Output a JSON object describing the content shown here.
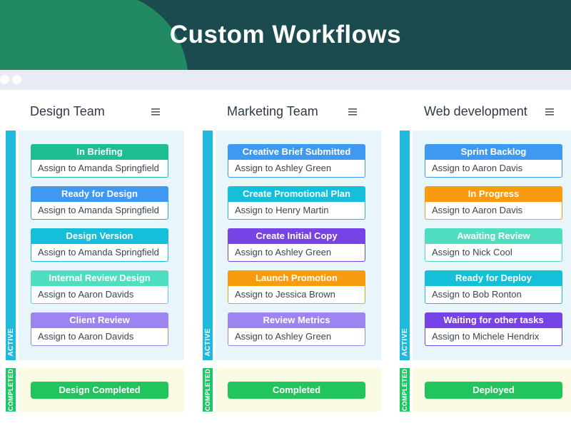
{
  "header": {
    "title": "Custom Workflows",
    "bg_color": "#1B4B4E",
    "accent_shape_color": "#218A62"
  },
  "browser_bar": {
    "bg_color": "#E8EBF3",
    "dot_color": "#FDFDFE"
  },
  "board": {
    "active_label": "ACTIVE",
    "completed_label": "COMPLETED",
    "active_bar_color": "#1FB9DB",
    "completed_bar_color": "#22C565",
    "active_panel_color": "#E8F6FB",
    "completed_panel_color": "#FAFBE2",
    "completed_button_color": "#21C55E",
    "columns": [
      {
        "title": "Design Team",
        "cards": [
          {
            "label": "In Briefing",
            "color": "#1EBE92",
            "assignee": "Assign to Amanda Springfield"
          },
          {
            "label": "Ready for Design",
            "color": "#4099F1",
            "assignee": "Assign to Amanda Springfield"
          },
          {
            "label": "Design Version",
            "color": "#15BFD9",
            "assignee": "Assign to Amanda Springfield"
          },
          {
            "label": "Internal Review Design",
            "color": "#50DEC1",
            "assignee": "Assign to Aaron Davids"
          },
          {
            "label": "Client Review",
            "color": "#9D84F1",
            "assignee": "Assign to Aaron Davids"
          }
        ],
        "completed_button": "Design Completed"
      },
      {
        "title": "Marketing Team",
        "cards": [
          {
            "label": "Creative Brief Submitted",
            "color": "#4099F1",
            "assignee": "Assign to Ashley Green"
          },
          {
            "label": "Create Promotional Plan",
            "color": "#15BFD9",
            "assignee": "Assign to Henry Martin"
          },
          {
            "label": "Create Initial Copy",
            "color": "#7742E6",
            "assignee": "Assign to Ashley Green"
          },
          {
            "label": "Launch Promotion",
            "color": "#F89B0F",
            "assignee": "Assign to Jessica Brown"
          },
          {
            "label": "Review Metrics",
            "color": "#9D84F1",
            "assignee": "Assign to Ashley Green"
          }
        ],
        "completed_button": "Completed"
      },
      {
        "title": "Web development",
        "cards": [
          {
            "label": "Sprint Backlog",
            "color": "#4099F1",
            "assignee": "Assign to Aaron Davis"
          },
          {
            "label": "In Progress",
            "color": "#F89B0F",
            "assignee": "Assign to Aaron Davis"
          },
          {
            "label": "Awaiting Review",
            "color": "#50DEC1",
            "assignee": "Assign to Nick Cool"
          },
          {
            "label": "Ready for Deploy",
            "color": "#15BFD9",
            "assignee": "Assign to Bob Ronton"
          },
          {
            "label": "Waiting for other tasks",
            "color": "#7742E6",
            "assignee": "Assign to Michele Hendrix"
          }
        ],
        "completed_button": "Deployed"
      }
    ]
  }
}
